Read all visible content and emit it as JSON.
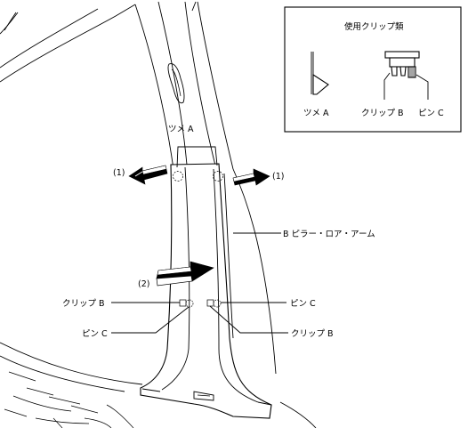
{
  "legend": {
    "title": "使用クリップ類",
    "items": [
      "ツメ A",
      "クリップ B",
      "ピン C"
    ]
  },
  "labels": {
    "tab_a": "ツメ A",
    "arrow_1": "(1)",
    "arrow_2": "(2)",
    "pillar": "B ピラー・ロア・アーム",
    "clip_b": "クリップ B",
    "pin_c": "ピン C"
  }
}
